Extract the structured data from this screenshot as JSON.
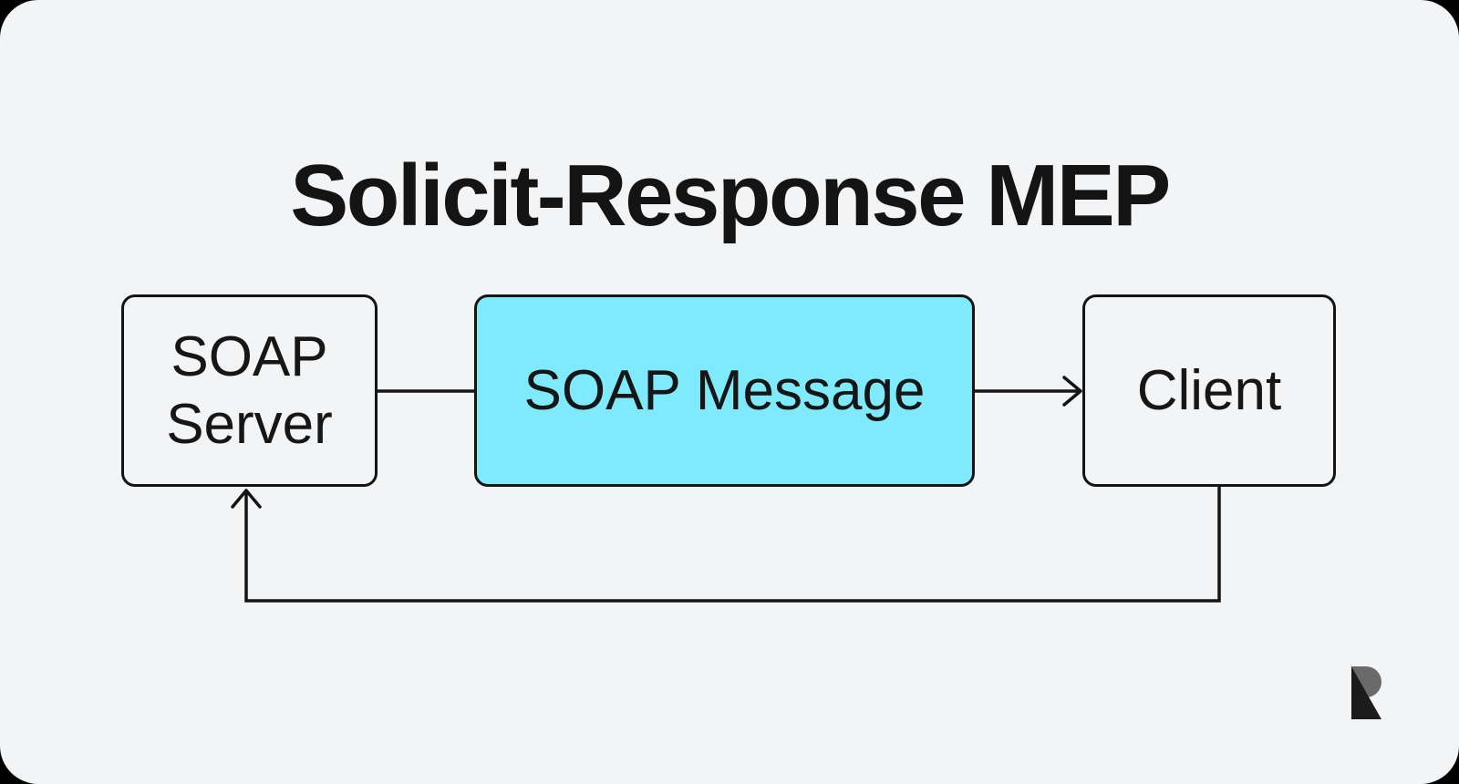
{
  "page": {
    "title": "Solicit-Response MEP"
  },
  "colors": {
    "outer_corner": "#000000",
    "canvas_background": "#F2F4F5",
    "stroke": "#141414",
    "text": "#161616",
    "message_box_fill": "#80EAFD",
    "logo_dark": "#1C1C1C",
    "logo_gray": "#6A6A6A"
  },
  "diagram": {
    "nodes": [
      {
        "id": "soap-server",
        "label": "SOAP Server",
        "fill": "none"
      },
      {
        "id": "soap-message",
        "label": "SOAP Message",
        "fill": "#80EAFD"
      },
      {
        "id": "client",
        "label": "Client",
        "fill": "none"
      }
    ],
    "edges": [
      {
        "from": "soap-server",
        "to": "soap-message",
        "arrowhead": false,
        "route": "direct"
      },
      {
        "from": "soap-message",
        "to": "client",
        "arrowhead": true,
        "route": "direct"
      },
      {
        "from": "client",
        "to": "soap-server",
        "arrowhead": true,
        "route": "bottom-return"
      }
    ]
  },
  "logo": {
    "name": "r-logo-mark"
  }
}
